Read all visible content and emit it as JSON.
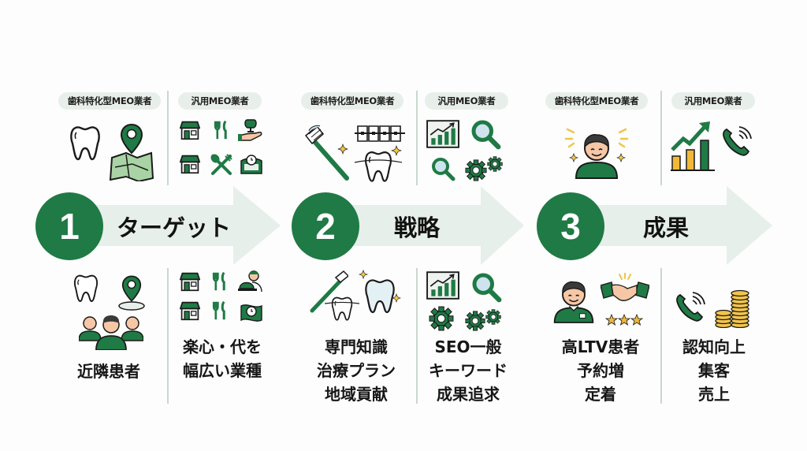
{
  "colors": {
    "primary_green": "#1f7a45",
    "light_green": "#a9d3a4",
    "arrow_band": "#e6efe9",
    "pill_bg": "#e8efea",
    "gold": "#f2b83a",
    "skin": "#f6c7a6"
  },
  "steps": [
    {
      "number": "1",
      "title": "ターゲット",
      "dental_label": "歯科特化型MEO業者",
      "general_label": "汎用MEO業者",
      "dental_icons_top": [
        "tooth-icon",
        "map-pin-on-map-icon"
      ],
      "general_icons_top": [
        "storefront-icon",
        "fork-knife-icon",
        "hand-holding-cup-icon",
        "shop-icon",
        "spoon-fork-crossed-icon",
        "clock-bag-icon"
      ],
      "dental_icons_bottom": [
        "tooth-icon",
        "location-pin-icon",
        "patients-group-icon"
      ],
      "general_icons_bottom": [
        "storefront-icon",
        "spoon-knife-icon",
        "chef-cloche-icon",
        "shop-icon",
        "fork-knife-icon",
        "clock-flag-icon"
      ],
      "dental_text": [
        "近隣患者"
      ],
      "general_text": [
        "楽心・代を",
        "幅広い業種"
      ]
    },
    {
      "number": "2",
      "title": "戦略",
      "dental_label": "歯科特化型MEO業者",
      "general_label": "汎用MEO業者",
      "dental_icons_top": [
        "toothbrush-icon",
        "braces-icon",
        "sparkle-icon",
        "tooth-floss-icon"
      ],
      "general_icons_top": [
        "growth-chart-icon",
        "magnifier-icon",
        "magnifier-icon",
        "gears-icon"
      ],
      "dental_icons_bottom": [
        "toothbrush-icon",
        "tooth-floss-icon",
        "shiny-tooth-icon",
        "sparkle-icon"
      ],
      "general_icons_bottom": [
        "growth-chart-icon",
        "magnifier-icon",
        "gear-icon",
        "gears-icon"
      ],
      "dental_text": [
        "専門知識",
        "治療プラン",
        "地域貢献"
      ],
      "general_text": [
        "SEO一般",
        "キーワード",
        "成果追求"
      ]
    },
    {
      "number": "3",
      "title": "成果",
      "dental_label": "歯科特化型MEO業者",
      "general_label": "汎用MEO業者",
      "dental_icons_top": [
        "happy-person-icon"
      ],
      "general_icons_top": [
        "rising-bar-chart-icon",
        "phone-ringing-icon"
      ],
      "dental_icons_bottom": [
        "smiling-staff-icon",
        "handshake-icon",
        "three-stars-icon"
      ],
      "general_icons_bottom": [
        "phone-ringing-icon",
        "coin-stacks-icon"
      ],
      "dental_text": [
        "高LTV患者",
        "予約増",
        "定着"
      ],
      "general_text": [
        "認知向上",
        "集客",
        "売上"
      ]
    }
  ]
}
